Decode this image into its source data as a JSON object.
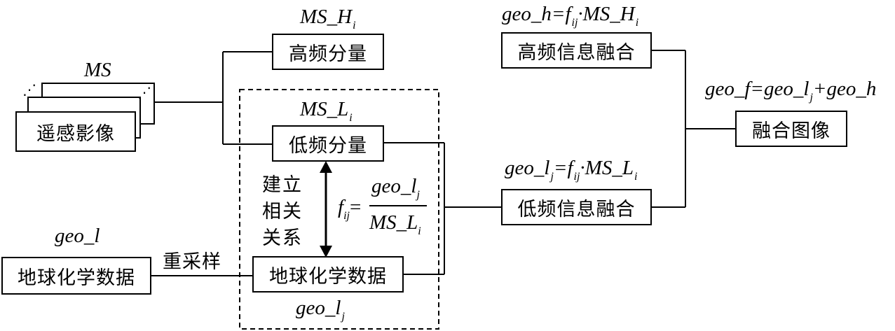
{
  "boxes": {
    "remote_image": "遥感影像",
    "high_freq_component": "高频分量",
    "low_freq_component": "低频分量",
    "geochem_data_left": "地球化学数据",
    "geochem_data_inner": "地球化学数据",
    "high_freq_fusion": "高频信息融合",
    "low_freq_fusion": "低频信息融合",
    "fused_image": "融合图像"
  },
  "labels": {
    "ms": "MS",
    "ms_h_base": "MS_H",
    "ms_h_sub": "i",
    "ms_l_base": "MS_L",
    "ms_l_sub": "i",
    "geo_l": "geo_l",
    "geo_lj_base": "geo_l",
    "geo_lj_sub": "j",
    "resample": "重采样",
    "correlation": "建立相关关系",
    "correlation_lines": [
      "建立",
      "相关",
      "关系"
    ]
  },
  "formulas": {
    "high": {
      "p1": "geo_h=f",
      "s1": "ij",
      "p2": "·MS_H",
      "s2": "i"
    },
    "low": {
      "p1": "geo_l",
      "s1": "j",
      "p2": "=f",
      "s2": "ij",
      "p3": "·MS_L",
      "s3": "i"
    },
    "fused": {
      "p1": "geo_f=geo_l",
      "s1": "j",
      "p2": "+geo_h"
    },
    "fij": {
      "lhs": "f",
      "lhs_sub": "ij",
      "eq": "=",
      "num": "geo_l",
      "num_sub": "j",
      "den": "MS_L",
      "den_sub": "i"
    }
  },
  "decorations": {
    "ellipsis_mark": "⋰"
  }
}
